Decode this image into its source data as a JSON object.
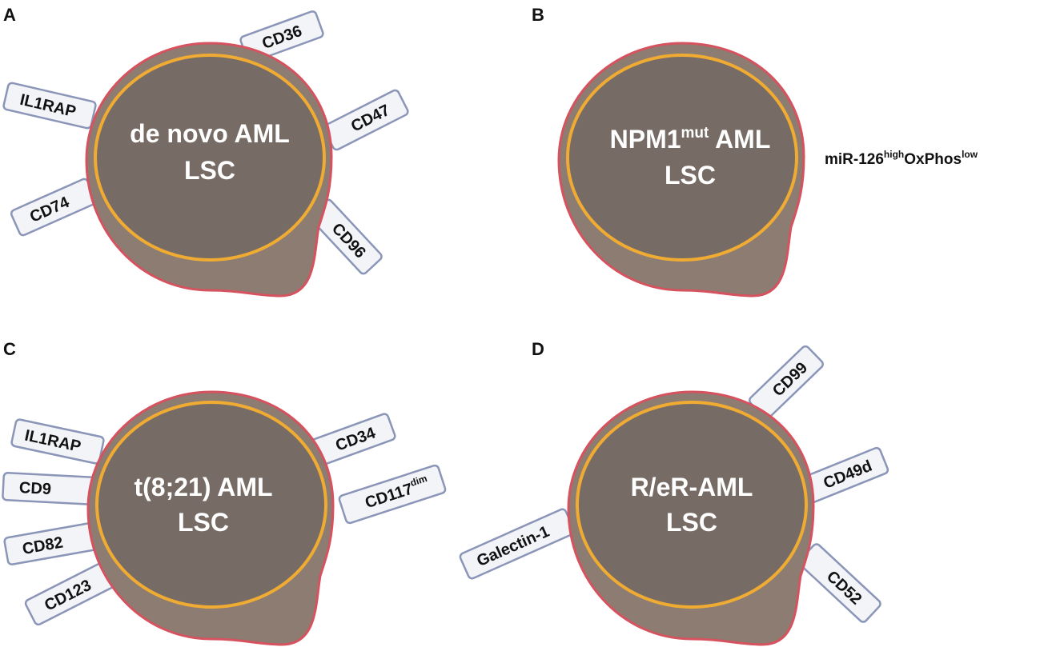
{
  "colors": {
    "cytoplasm": "#8c7c72",
    "nucleus": "#776c65",
    "membrane": "#d5525e",
    "nuclear_envelope": "#f0ab33",
    "marker_border": "#8a95b8",
    "marker_fill": "#f3f4f8"
  },
  "panels": {
    "A": {
      "letter": "A",
      "title_line1": "de novo AML",
      "title_line2": "LSC",
      "markers": [
        "CD36",
        "IL1RAP",
        "CD47",
        "CD74",
        "CD96"
      ]
    },
    "B": {
      "letter": "B",
      "title_line1_main": "NPM1",
      "title_line1_sup": "mut",
      "title_line1_rest": " AML",
      "title_line2": "LSC",
      "annotation": {
        "a": "miR-126",
        "a_sup": "high",
        "b": "OxPhos",
        "b_sup": "low"
      }
    },
    "C": {
      "letter": "C",
      "title_line1": "t(8;21) AML",
      "title_line2": "LSC",
      "markers": [
        "IL1RAP",
        "CD9",
        "CD82",
        "CD123",
        "CD34"
      ],
      "marker_sup": {
        "main": "CD117",
        "sup": "dim"
      }
    },
    "D": {
      "letter": "D",
      "title_line1": "R/eR-AML",
      "title_line2": "LSC",
      "markers": [
        "CD99",
        "CD49d",
        "Galectin-1",
        "CD52"
      ]
    }
  }
}
